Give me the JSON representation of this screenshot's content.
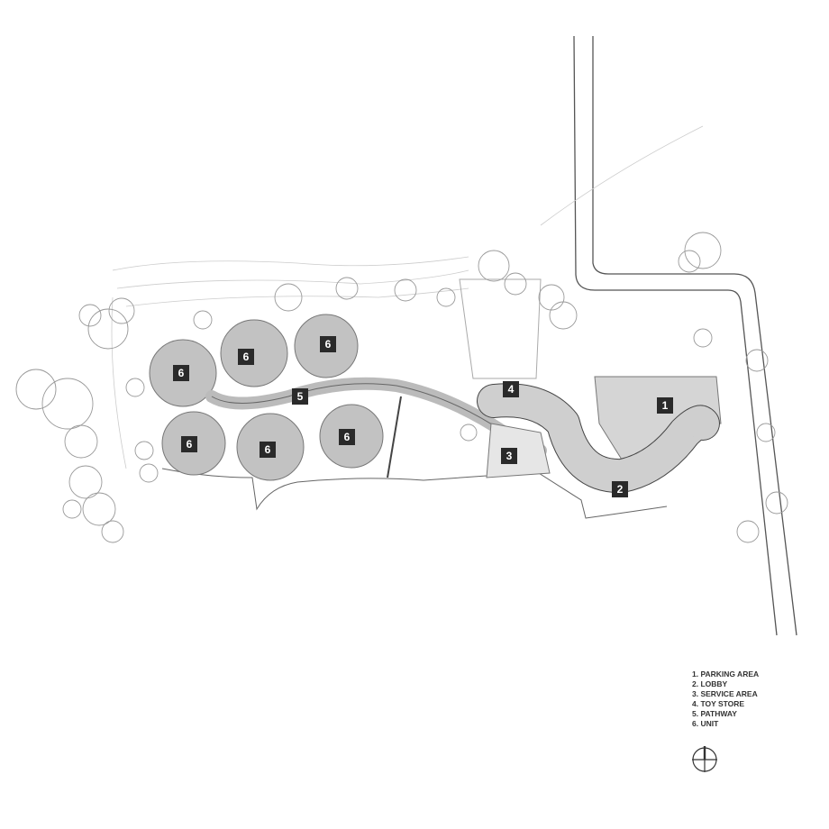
{
  "labels": {
    "parking": "1",
    "lobby": "2",
    "service": "3",
    "toy_store": "4",
    "pathway": "5",
    "unit": "6"
  },
  "legend": [
    "1. PARKING AREA",
    "2. LOBBY",
    "3. SERVICE AREA",
    "4. TOY STORE",
    "5. PATHWAY",
    "6. UNIT"
  ],
  "north_symbol": "north-arrow-icon",
  "colors": {
    "tag": "#2a2a2a",
    "fill": "#bdbdbd",
    "light": "#dcdcdc",
    "line": "#555555"
  }
}
